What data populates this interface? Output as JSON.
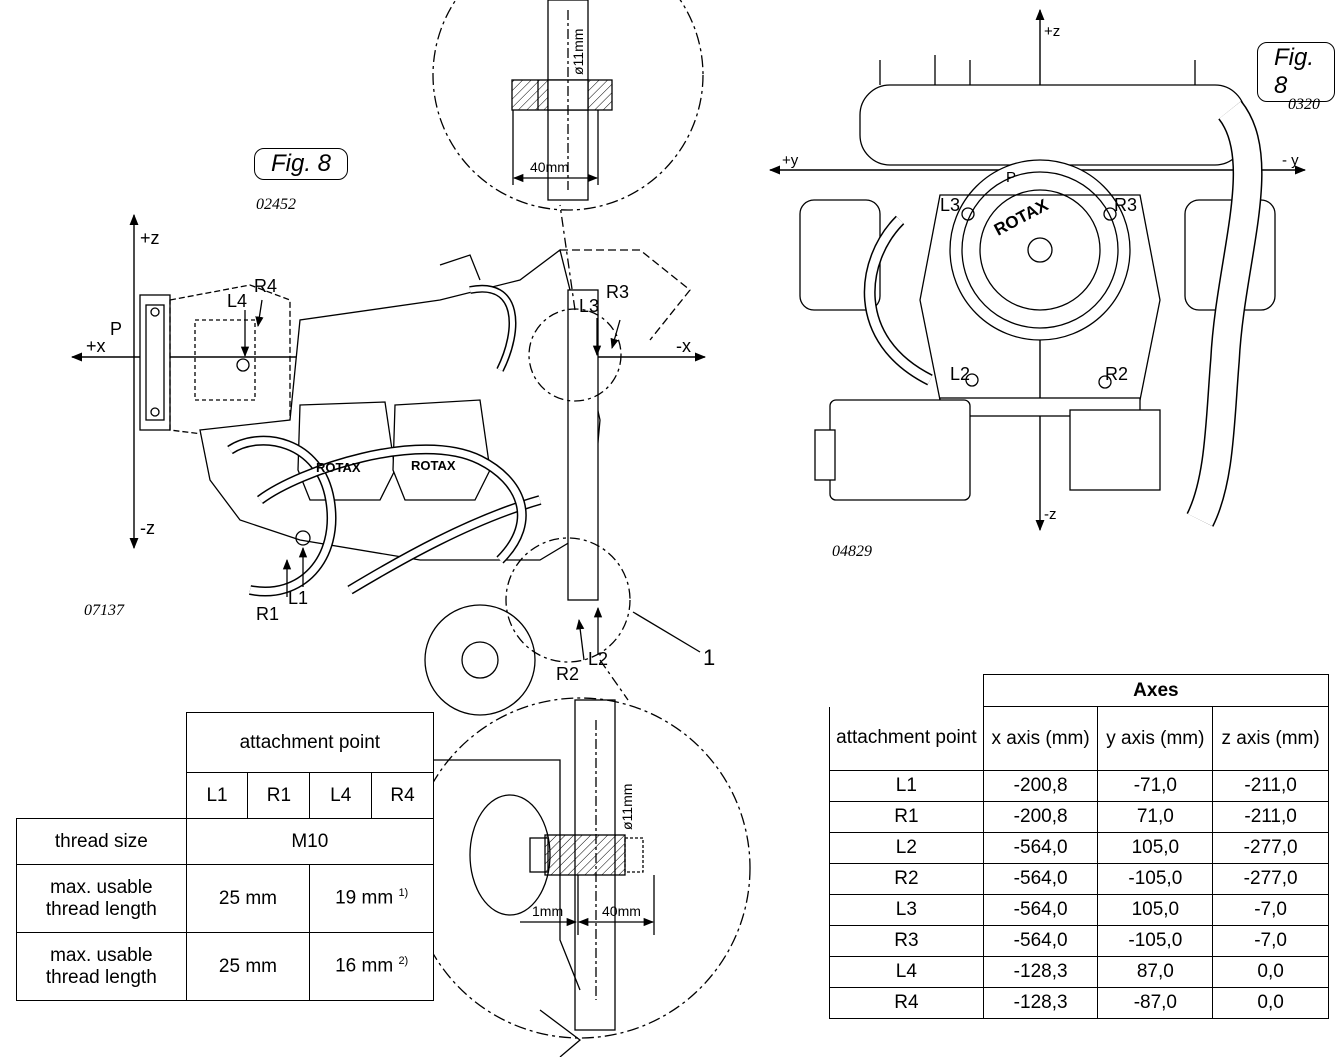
{
  "left_figure": {
    "fig_label": "Fig. 8",
    "doc_no": "02452",
    "drawing_no": "07137",
    "axis_labels": {
      "plus_z": "+z",
      "minus_z": "-z",
      "plus_x": "+x",
      "minus_x": "-x",
      "p": "P"
    },
    "points": {
      "l1": "L1",
      "r1": "R1",
      "l2": "L2",
      "r2": "R2",
      "l3": "L3",
      "r3": "R3",
      "l4": "L4",
      "r4": "R4"
    },
    "brand": "ROTAX",
    "callout_number": "1",
    "detail_top": {
      "diameter": "ø11mm",
      "length": "40mm"
    },
    "detail_bottom": {
      "diameter": "ø11mm",
      "gap": "1mm",
      "length": "40mm"
    }
  },
  "right_figure": {
    "fig_label": "Fig. 8",
    "doc_no": "0320",
    "drawing_no": "04829",
    "axis_labels": {
      "plus_z": "+z",
      "minus_z": "-z",
      "plus_y": "+y",
      "minus_y": "- y",
      "p": "P"
    },
    "points": {
      "l2": "L2",
      "r2": "R2",
      "l3": "L3",
      "r3": "R3"
    },
    "brand": "ROTAX"
  },
  "thread_table": {
    "group_header": "attachment point",
    "columns": [
      "L1",
      "R1",
      "L4",
      "R4"
    ],
    "rows": [
      {
        "label": "thread size",
        "value": "M10"
      },
      {
        "label": "max. usable thread length",
        "left": "25 mm",
        "right": "19 mm",
        "footnote": "1)"
      },
      {
        "label": "max. usable thread length",
        "left": "25 mm",
        "right": "16 mm",
        "footnote": "2)"
      }
    ]
  },
  "axes_table": {
    "group_header": "Axes",
    "corner_header": "attachment point",
    "columns": [
      "x axis (mm)",
      "y axis (mm)",
      "z axis (mm)"
    ],
    "rows": [
      {
        "point": "L1",
        "x": "-200,8",
        "y": "-71,0",
        "z": "-211,0"
      },
      {
        "point": "R1",
        "x": "-200,8",
        "y": "71,0",
        "z": "-211,0"
      },
      {
        "point": "L2",
        "x": "-564,0",
        "y": "105,0",
        "z": "-277,0"
      },
      {
        "point": "R2",
        "x": "-564,0",
        "y": "-105,0",
        "z": "-277,0"
      },
      {
        "point": "L3",
        "x": "-564,0",
        "y": "105,0",
        "z": "-7,0"
      },
      {
        "point": "R3",
        "x": "-564,0",
        "y": "-105,0",
        "z": "-7,0"
      },
      {
        "point": "L4",
        "x": "-128,3",
        "y": "87,0",
        "z": "0,0"
      },
      {
        "point": "R4",
        "x": "-128,3",
        "y": "-87,0",
        "z": "0,0"
      }
    ]
  }
}
